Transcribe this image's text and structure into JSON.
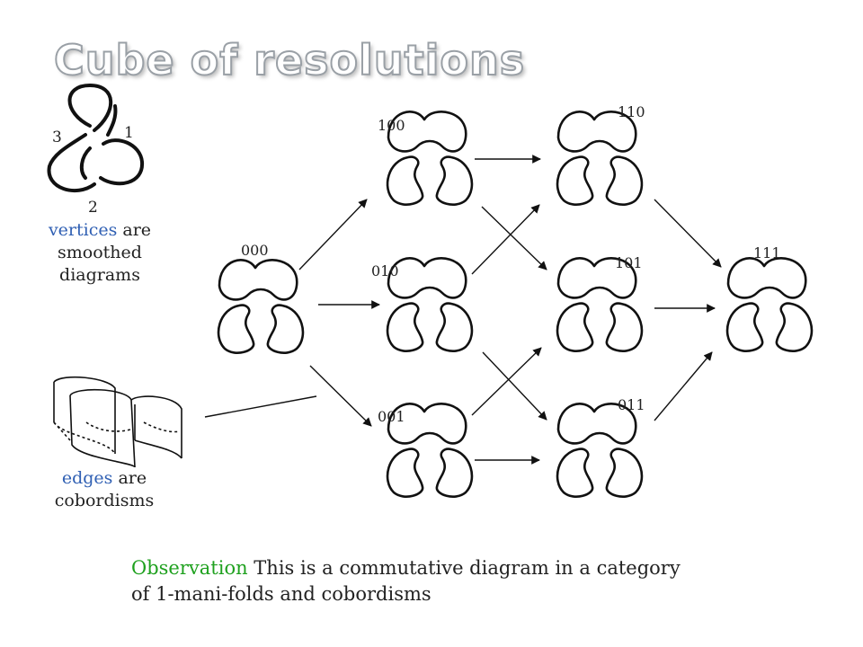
{
  "title": "Cube of resolutions",
  "trefoil_labels": [
    "3",
    "1",
    "2"
  ],
  "vertices_caption": {
    "keyword": "vertices",
    "rest": " are",
    "line2": "smoothed",
    "line3": "diagrams"
  },
  "edges_caption": {
    "keyword": "edges",
    "rest": " are",
    "line2": "cobordisms"
  },
  "observation": {
    "keyword": "Observation",
    "text": " This is a commutative diagram in a category",
    "line2": "of 1-mani-folds and cobordisms"
  },
  "vertex_labels": [
    "000",
    "100",
    "010",
    "001",
    "110",
    "101",
    "011",
    "111"
  ],
  "colors": {
    "keyword_blue": "#2f5fb3",
    "keyword_green": "#1fa11f"
  }
}
